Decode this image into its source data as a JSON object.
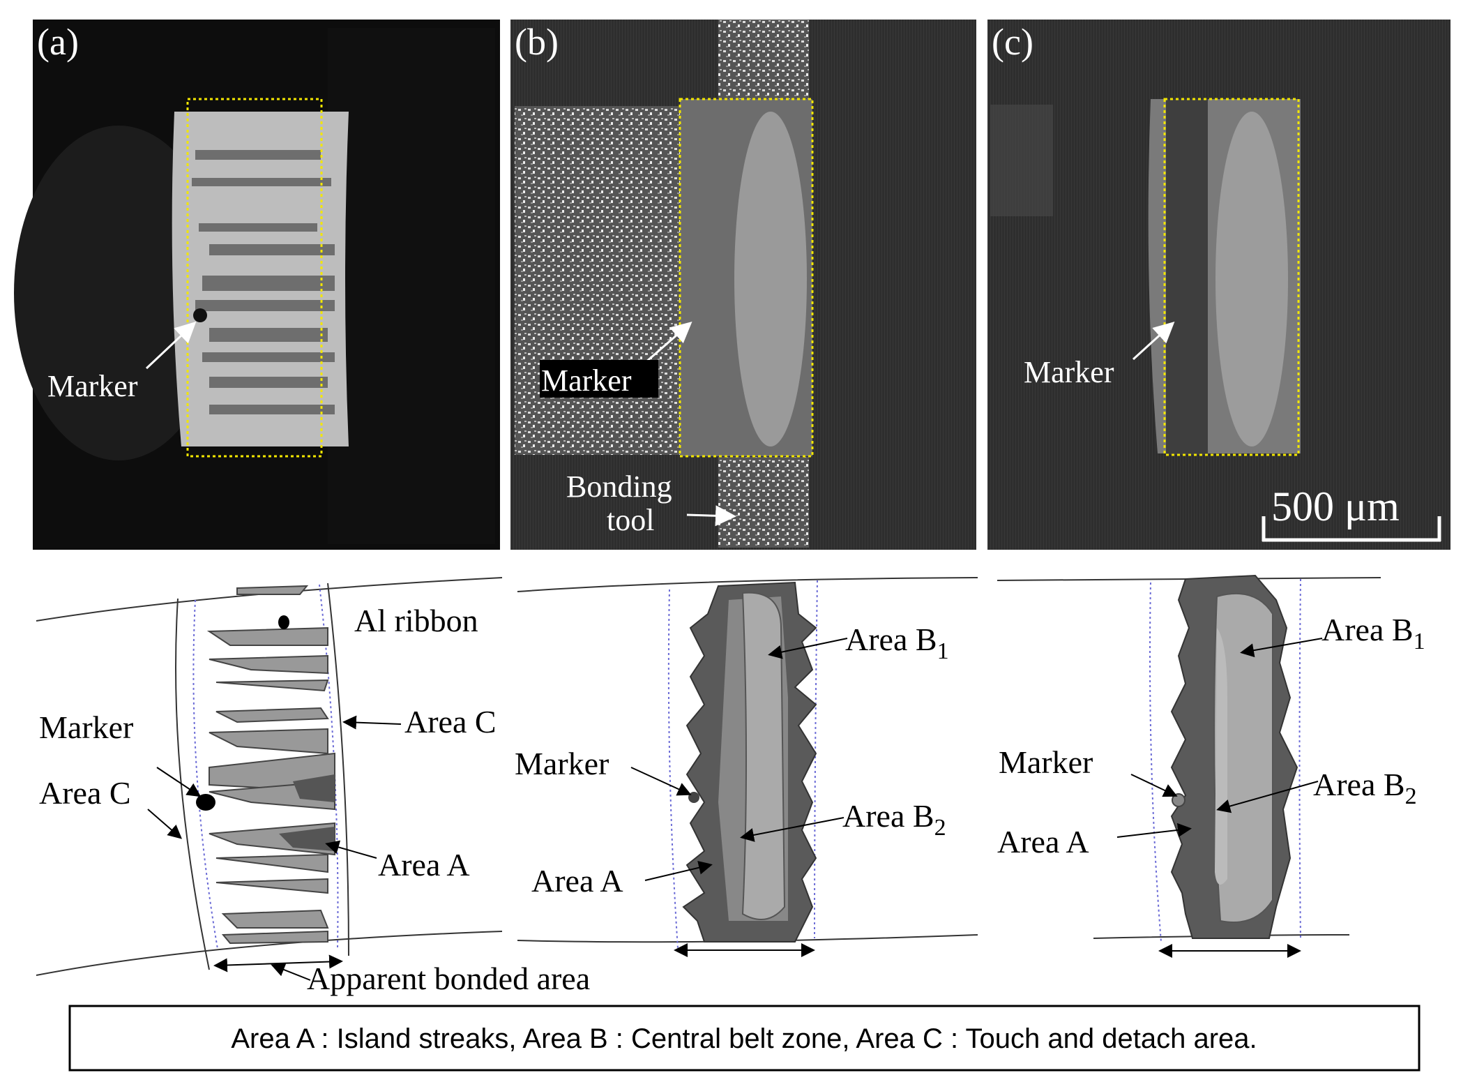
{
  "panels": [
    {
      "label": "(a)",
      "marker_label": "Marker"
    },
    {
      "label": "(b)",
      "marker_label": "Marker",
      "tool_label_line1": "Bonding",
      "tool_label_line2": "tool"
    },
    {
      "label": "(c)",
      "marker_label": "Marker",
      "scale_bar": "500 μm"
    }
  ],
  "sketch_a": {
    "ribbon": "Al ribbon",
    "area_c_right": "Area C",
    "marker": "Marker",
    "area_c_left": "Area C",
    "area_a": "Area A",
    "apparent": "Apparent bonded area"
  },
  "sketch_b": {
    "area_b1": "Area B",
    "area_b1_sub": "1",
    "marker": "Marker",
    "area_b2": "Area B",
    "area_b2_sub": "2",
    "area_a": "Area A"
  },
  "sketch_c": {
    "area_b1": "Area B",
    "area_b1_sub": "1",
    "marker": "Marker",
    "area_b2": "Area B",
    "area_b2_sub": "2",
    "area_a": "Area A"
  },
  "caption": "Area A : Island streaks, Area B : Central belt zone,  Area C : Touch and detach area.",
  "colors": {
    "dashed_box": "#f2e600",
    "sketch_dots": "#6b6bd6",
    "dark_zone": "#5a5a5a",
    "light_zone": "#aaaaaa"
  }
}
